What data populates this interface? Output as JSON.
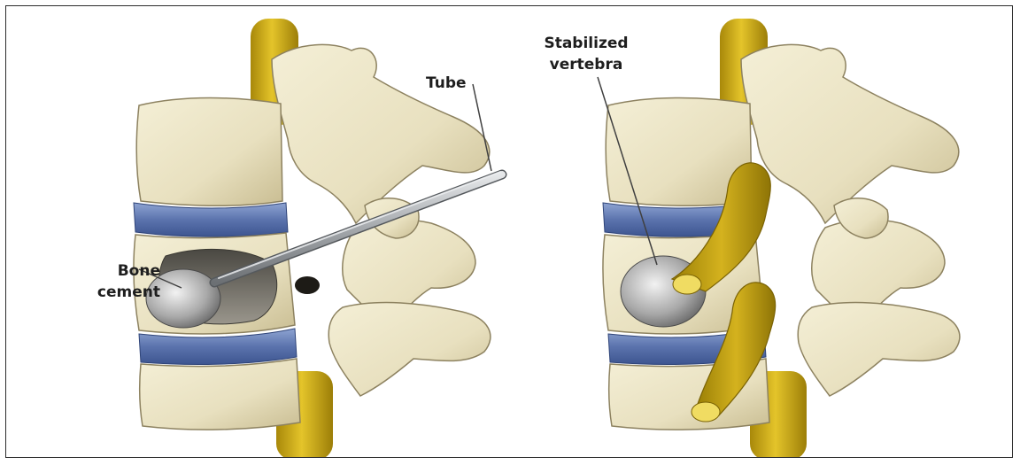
{
  "labels": {
    "tube": "Tube",
    "bone_cement": [
      "Bone",
      "cement"
    ],
    "stabilized_vertebra": [
      "Stabilized",
      "vertebra"
    ]
  },
  "colors": {
    "bone": "#ece5c6",
    "bone_shadow": "#b6ab83",
    "disc": "#5f78b2",
    "spinal_cord": "#c6a514",
    "cement": "#b9b9b9",
    "tube": "#b0b4b8",
    "leader": "#404040"
  }
}
